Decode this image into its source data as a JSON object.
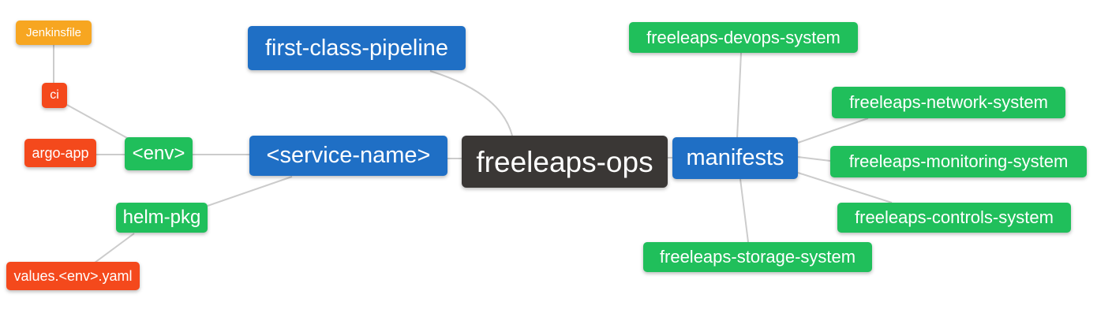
{
  "diagram": {
    "title": "freeleaps-ops mind map",
    "colors": {
      "root": "#3a3735",
      "branch": "#1f6fc5",
      "leaf": "#20bf5b",
      "detail": "#f4491c",
      "file": "#f7a621",
      "edge": "#cccccc",
      "background": "#ffffff",
      "text": "#ffffff"
    },
    "nodes": [
      {
        "id": "jenkinsfile",
        "label": "Jenkinsfile",
        "role": "file"
      },
      {
        "id": "ci",
        "label": "ci",
        "role": "detail"
      },
      {
        "id": "argo-app",
        "label": "argo-app",
        "role": "detail"
      },
      {
        "id": "env",
        "label": "<env>",
        "role": "leaf"
      },
      {
        "id": "helm-pkg",
        "label": "helm-pkg",
        "role": "leaf"
      },
      {
        "id": "values-env-yaml",
        "label": "values.<env>.yaml",
        "role": "detail"
      },
      {
        "id": "first-class-pipeline",
        "label": "first-class-pipeline",
        "role": "branch"
      },
      {
        "id": "service-name",
        "label": "<service-name>",
        "role": "branch"
      },
      {
        "id": "freeleaps-ops",
        "label": "freeleaps-ops",
        "role": "root"
      },
      {
        "id": "manifests",
        "label": "manifests",
        "role": "branch"
      },
      {
        "id": "freeleaps-devops-system",
        "label": "freeleaps-devops-system",
        "role": "leaf"
      },
      {
        "id": "freeleaps-network-system",
        "label": "freeleaps-network-system",
        "role": "leaf"
      },
      {
        "id": "freeleaps-monitoring-system",
        "label": "freeleaps-monitoring-system",
        "role": "leaf"
      },
      {
        "id": "freeleaps-controls-system",
        "label": "freeleaps-controls-system",
        "role": "leaf"
      },
      {
        "id": "freeleaps-storage-system",
        "label": "freeleaps-storage-system",
        "role": "leaf"
      }
    ],
    "edges": [
      [
        "jenkinsfile",
        "ci"
      ],
      [
        "ci",
        "env"
      ],
      [
        "argo-app",
        "env"
      ],
      [
        "env",
        "service-name"
      ],
      [
        "helm-pkg",
        "service-name"
      ],
      [
        "values-env-yaml",
        "helm-pkg"
      ],
      [
        "first-class-pipeline",
        "freeleaps-ops"
      ],
      [
        "service-name",
        "freeleaps-ops"
      ],
      [
        "freeleaps-ops",
        "manifests"
      ],
      [
        "manifests",
        "freeleaps-devops-system"
      ],
      [
        "manifests",
        "freeleaps-network-system"
      ],
      [
        "manifests",
        "freeleaps-monitoring-system"
      ],
      [
        "manifests",
        "freeleaps-controls-system"
      ],
      [
        "manifests",
        "freeleaps-storage-system"
      ]
    ]
  }
}
